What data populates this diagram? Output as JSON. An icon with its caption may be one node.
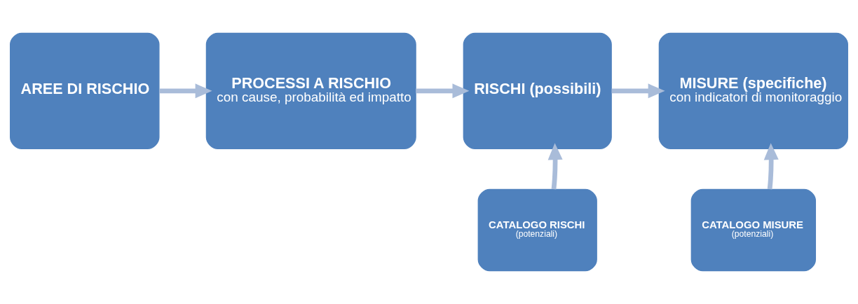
{
  "diagram": {
    "nodes": [
      {
        "text": [
          "AREE DI RISCHIO"
        ]
      },
      {
        "text": [
          "PROCESSI A RISCHIO",
          "con cause, probabilità ed impatto"
        ]
      },
      {
        "text": [
          "RISCHI (possibili)"
        ]
      },
      {
        "text": [
          "MISURE (specifiche)",
          "con indicatori di monitoraggio"
        ]
      },
      {
        "text": [
          "CATALOGO RISCHI",
          "(potenziali)"
        ]
      },
      {
        "text": [
          "CATALOGO MISURE",
          "(potenziali)"
        ]
      }
    ],
    "edges": [
      {
        "from": 0,
        "to": 1,
        "arrow": "to"
      },
      {
        "from": 1,
        "to": 2,
        "arrow": "to"
      },
      {
        "from": 2,
        "to": 3,
        "arrow": "to"
      },
      {
        "from": 4,
        "to": 2,
        "arrow": "to"
      },
      {
        "from": 5,
        "to": 3,
        "arrow": "to"
      }
    ]
  }
}
